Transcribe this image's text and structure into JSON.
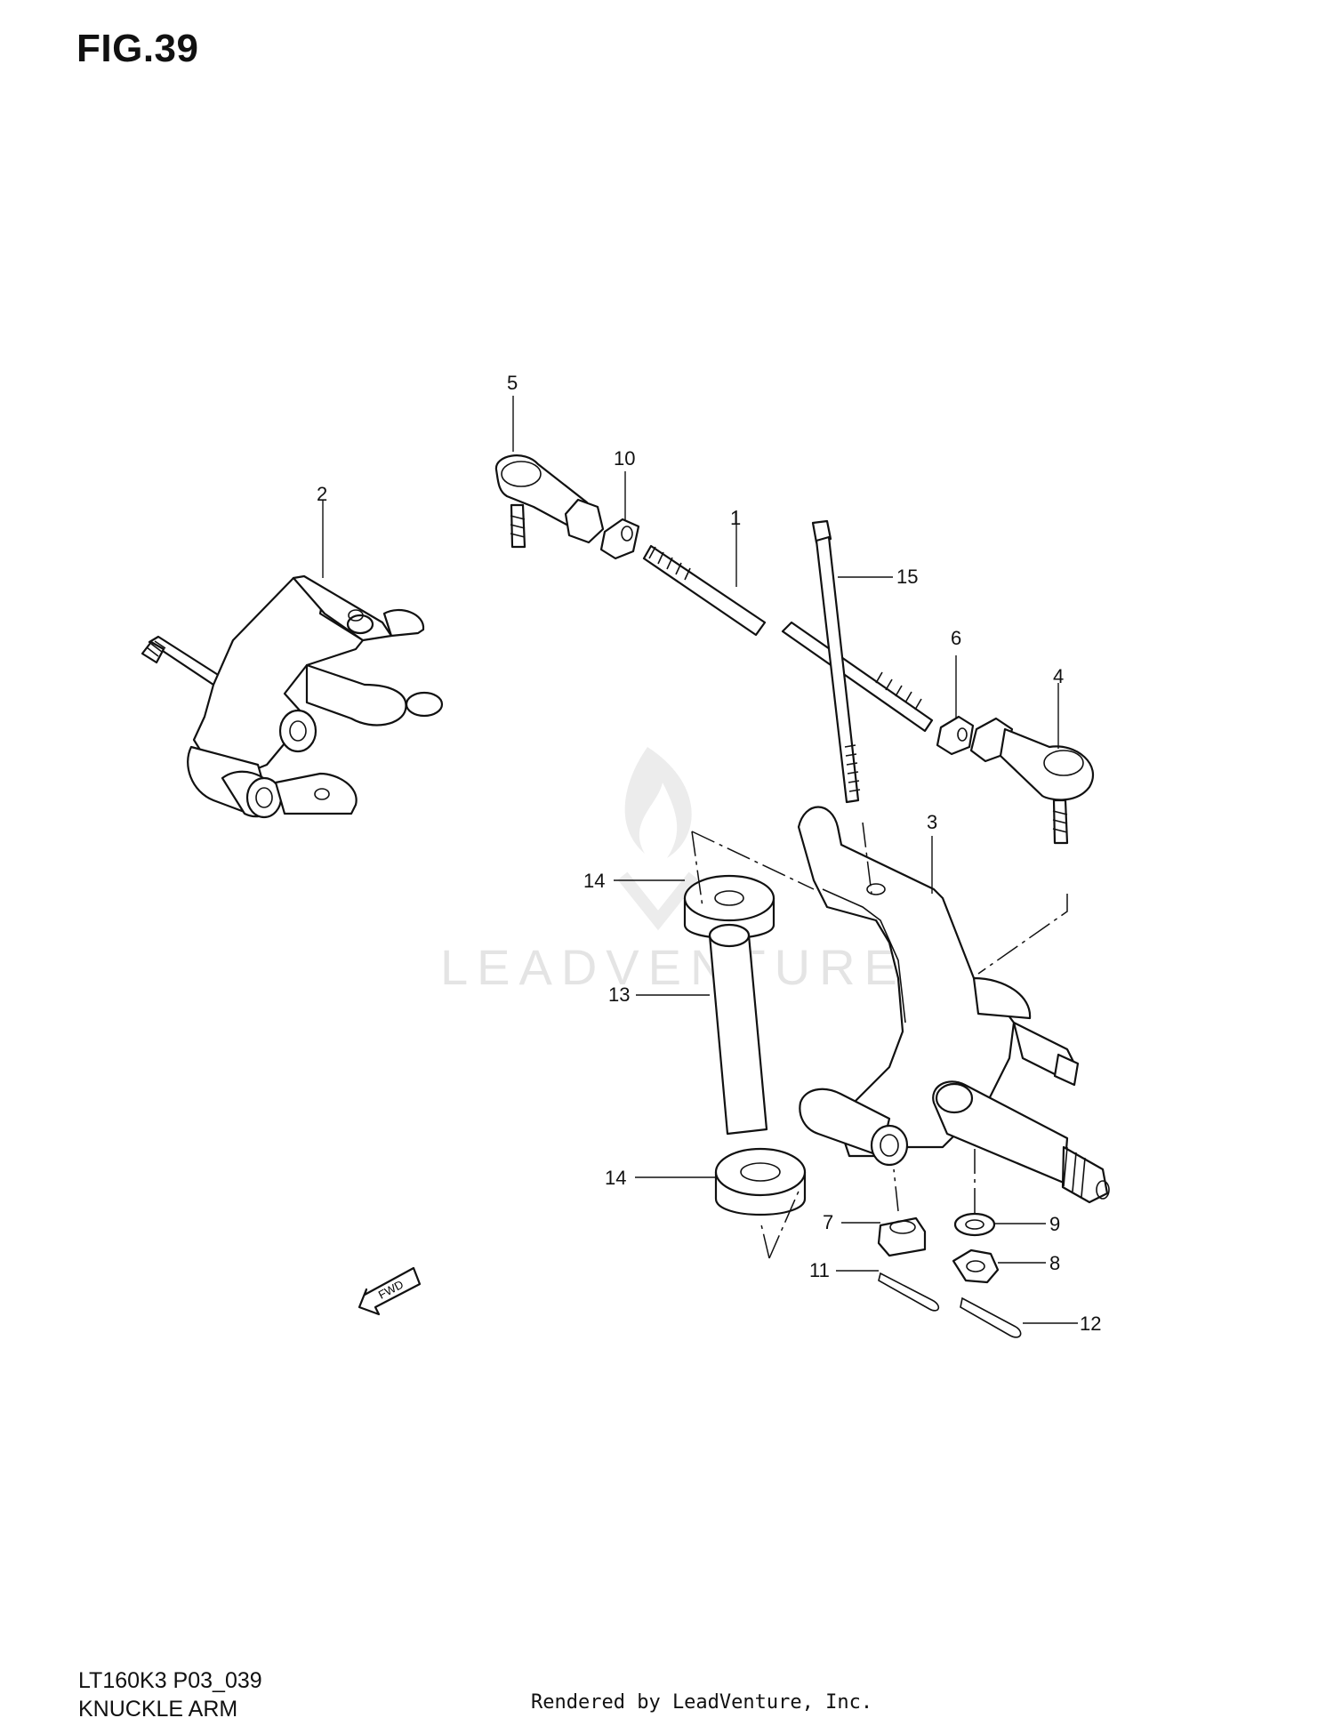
{
  "figure": {
    "title": "FIG.39"
  },
  "watermark": {
    "text": "LEADVENTURE",
    "color": "#e4e4e4"
  },
  "callouts": [
    {
      "id": "c1",
      "label": "1"
    },
    {
      "id": "c2",
      "label": "2"
    },
    {
      "id": "c3",
      "label": "3"
    },
    {
      "id": "c4",
      "label": "4"
    },
    {
      "id": "c5",
      "label": "5"
    },
    {
      "id": "c6",
      "label": "6"
    },
    {
      "id": "c7",
      "label": "7"
    },
    {
      "id": "c8",
      "label": "8"
    },
    {
      "id": "c9",
      "label": "9"
    },
    {
      "id": "c10",
      "label": "10"
    },
    {
      "id": "c11",
      "label": "11"
    },
    {
      "id": "c12",
      "label": "12"
    },
    {
      "id": "c13",
      "label": "13"
    },
    {
      "id": "c14a",
      "label": "14"
    },
    {
      "id": "c14b",
      "label": "14"
    },
    {
      "id": "c15",
      "label": "15"
    }
  ],
  "fwd_arrow": {
    "label": "FWD"
  },
  "footer": {
    "model": "LT160K3 P03_039",
    "name": "KNUCKLE ARM",
    "rendered_by": "Rendered by LeadVenture, Inc."
  }
}
